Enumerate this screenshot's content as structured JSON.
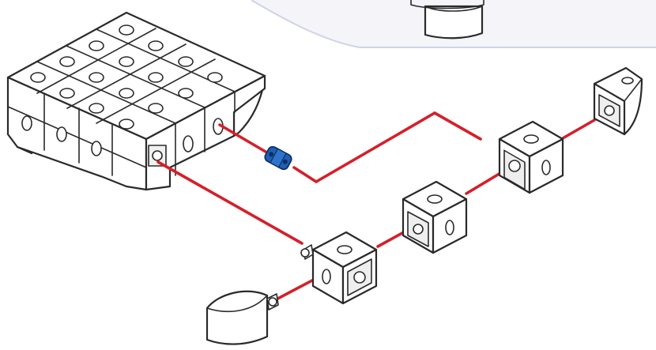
{
  "diagram": {
    "colors": {
      "connector_line": "#d4202c",
      "block_face": "#ffffff",
      "block_outline": "#2a2a2a",
      "block_shadow": "#e6e6e6",
      "coupler_blue": "#1f5fb4",
      "callout_panel": "#f3f3f8",
      "callout_border": "#cfd3e6"
    },
    "parts": [
      {
        "id": "base-plate",
        "kind": "plate-4x4-with-rounded-sides"
      },
      {
        "id": "blue-coupler",
        "kind": "axle-coupler"
      },
      {
        "id": "cube-a",
        "kind": "connector-cube"
      },
      {
        "id": "cube-b",
        "kind": "connector-cube"
      },
      {
        "id": "cube-c",
        "kind": "connector-cube"
      },
      {
        "id": "quarter-dome-top",
        "kind": "quarter-round-end"
      },
      {
        "id": "quarter-dome-bottom",
        "kind": "quarter-round-end"
      },
      {
        "id": "callout-part",
        "kind": "quarter-round-end"
      }
    ]
  }
}
